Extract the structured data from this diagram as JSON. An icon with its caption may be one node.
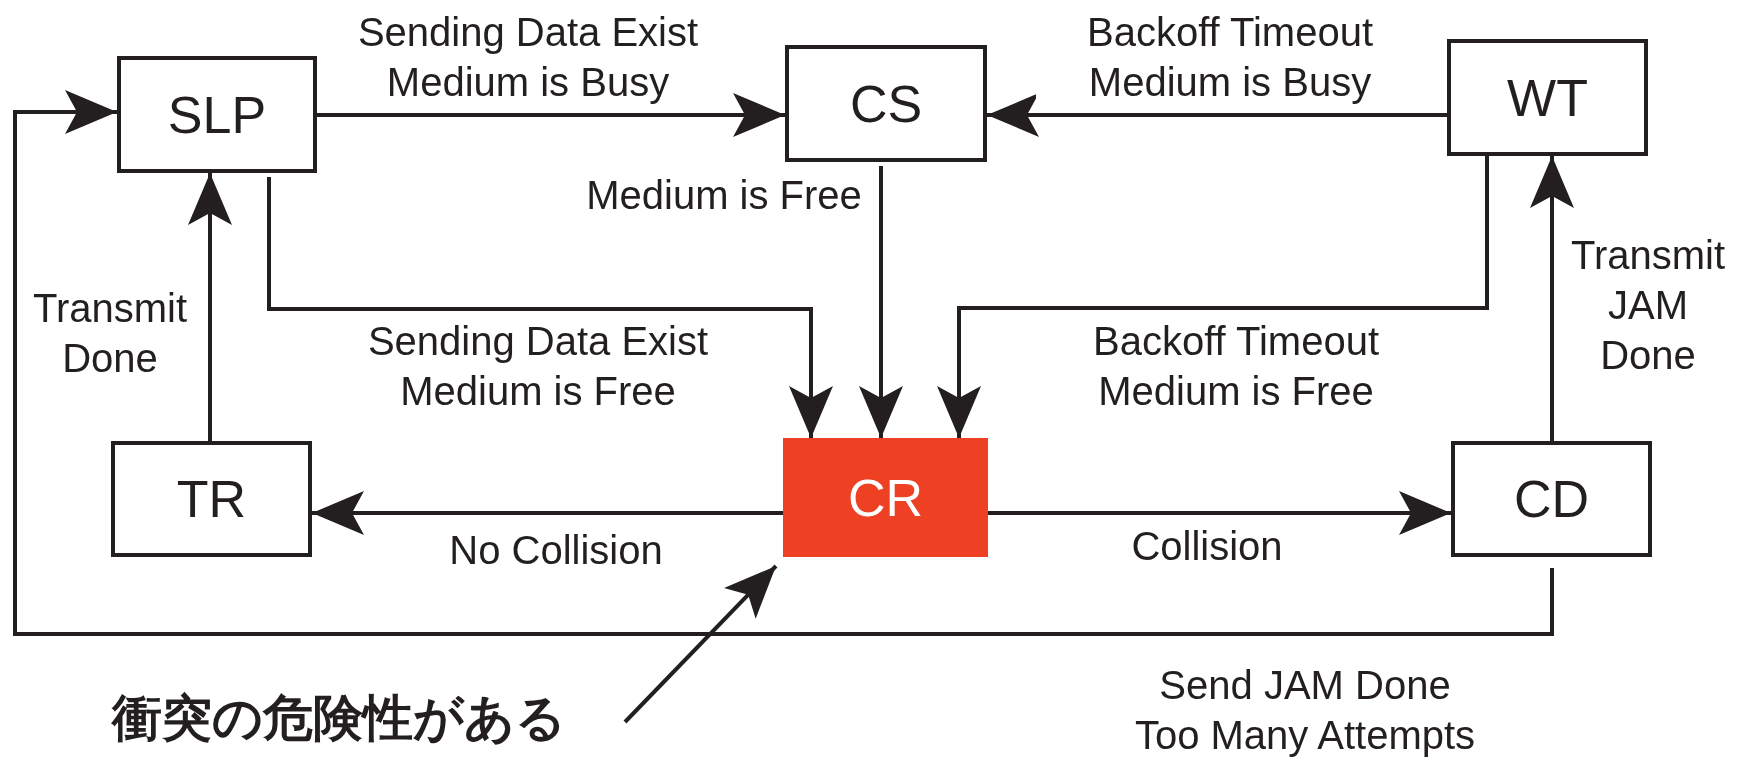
{
  "diagram": {
    "nodes": [
      {
        "text": [
          "SLP"
        ]
      },
      {
        "text": [
          "CS"
        ]
      },
      {
        "text": [
          "WT"
        ]
      },
      {
        "text": [
          "TR"
        ]
      },
      {
        "text": [
          "CR"
        ]
      },
      {
        "text": [
          "CD"
        ]
      },
      {
        "text": [
          "衝突の危険性がある"
        ]
      }
    ],
    "edges": [
      {
        "from": 0,
        "to": 1,
        "arrow": "to",
        "label": "Sending Data Exist Medium is Busy"
      },
      {
        "from": 2,
        "to": 1,
        "arrow": "to",
        "label": "Backoff Timeout Medium is Busy"
      },
      {
        "from": 1,
        "to": 4,
        "arrow": "to",
        "label": "Medium is Free"
      },
      {
        "from": 0,
        "to": 4,
        "arrow": "to",
        "label": "Sending Data Exist Medium is Free"
      },
      {
        "from": 2,
        "to": 4,
        "arrow": "to",
        "label": "Backoff Timeout Medium is Free"
      },
      {
        "from": 4,
        "to": 3,
        "arrow": "to",
        "label": "No Collision"
      },
      {
        "from": 4,
        "to": 5,
        "arrow": "to",
        "label": "Collision"
      },
      {
        "from": 3,
        "to": 0,
        "arrow": "to",
        "label": "Transmit Done"
      },
      {
        "from": 5,
        "to": 2,
        "arrow": "to",
        "label": "Transmit JAM Done"
      },
      {
        "from": 5,
        "to": 0,
        "arrow": "to",
        "label": "Send JAM Done Too Many Attempts"
      },
      {
        "from": 6,
        "to": 4,
        "arrow": "to"
      }
    ]
  }
}
